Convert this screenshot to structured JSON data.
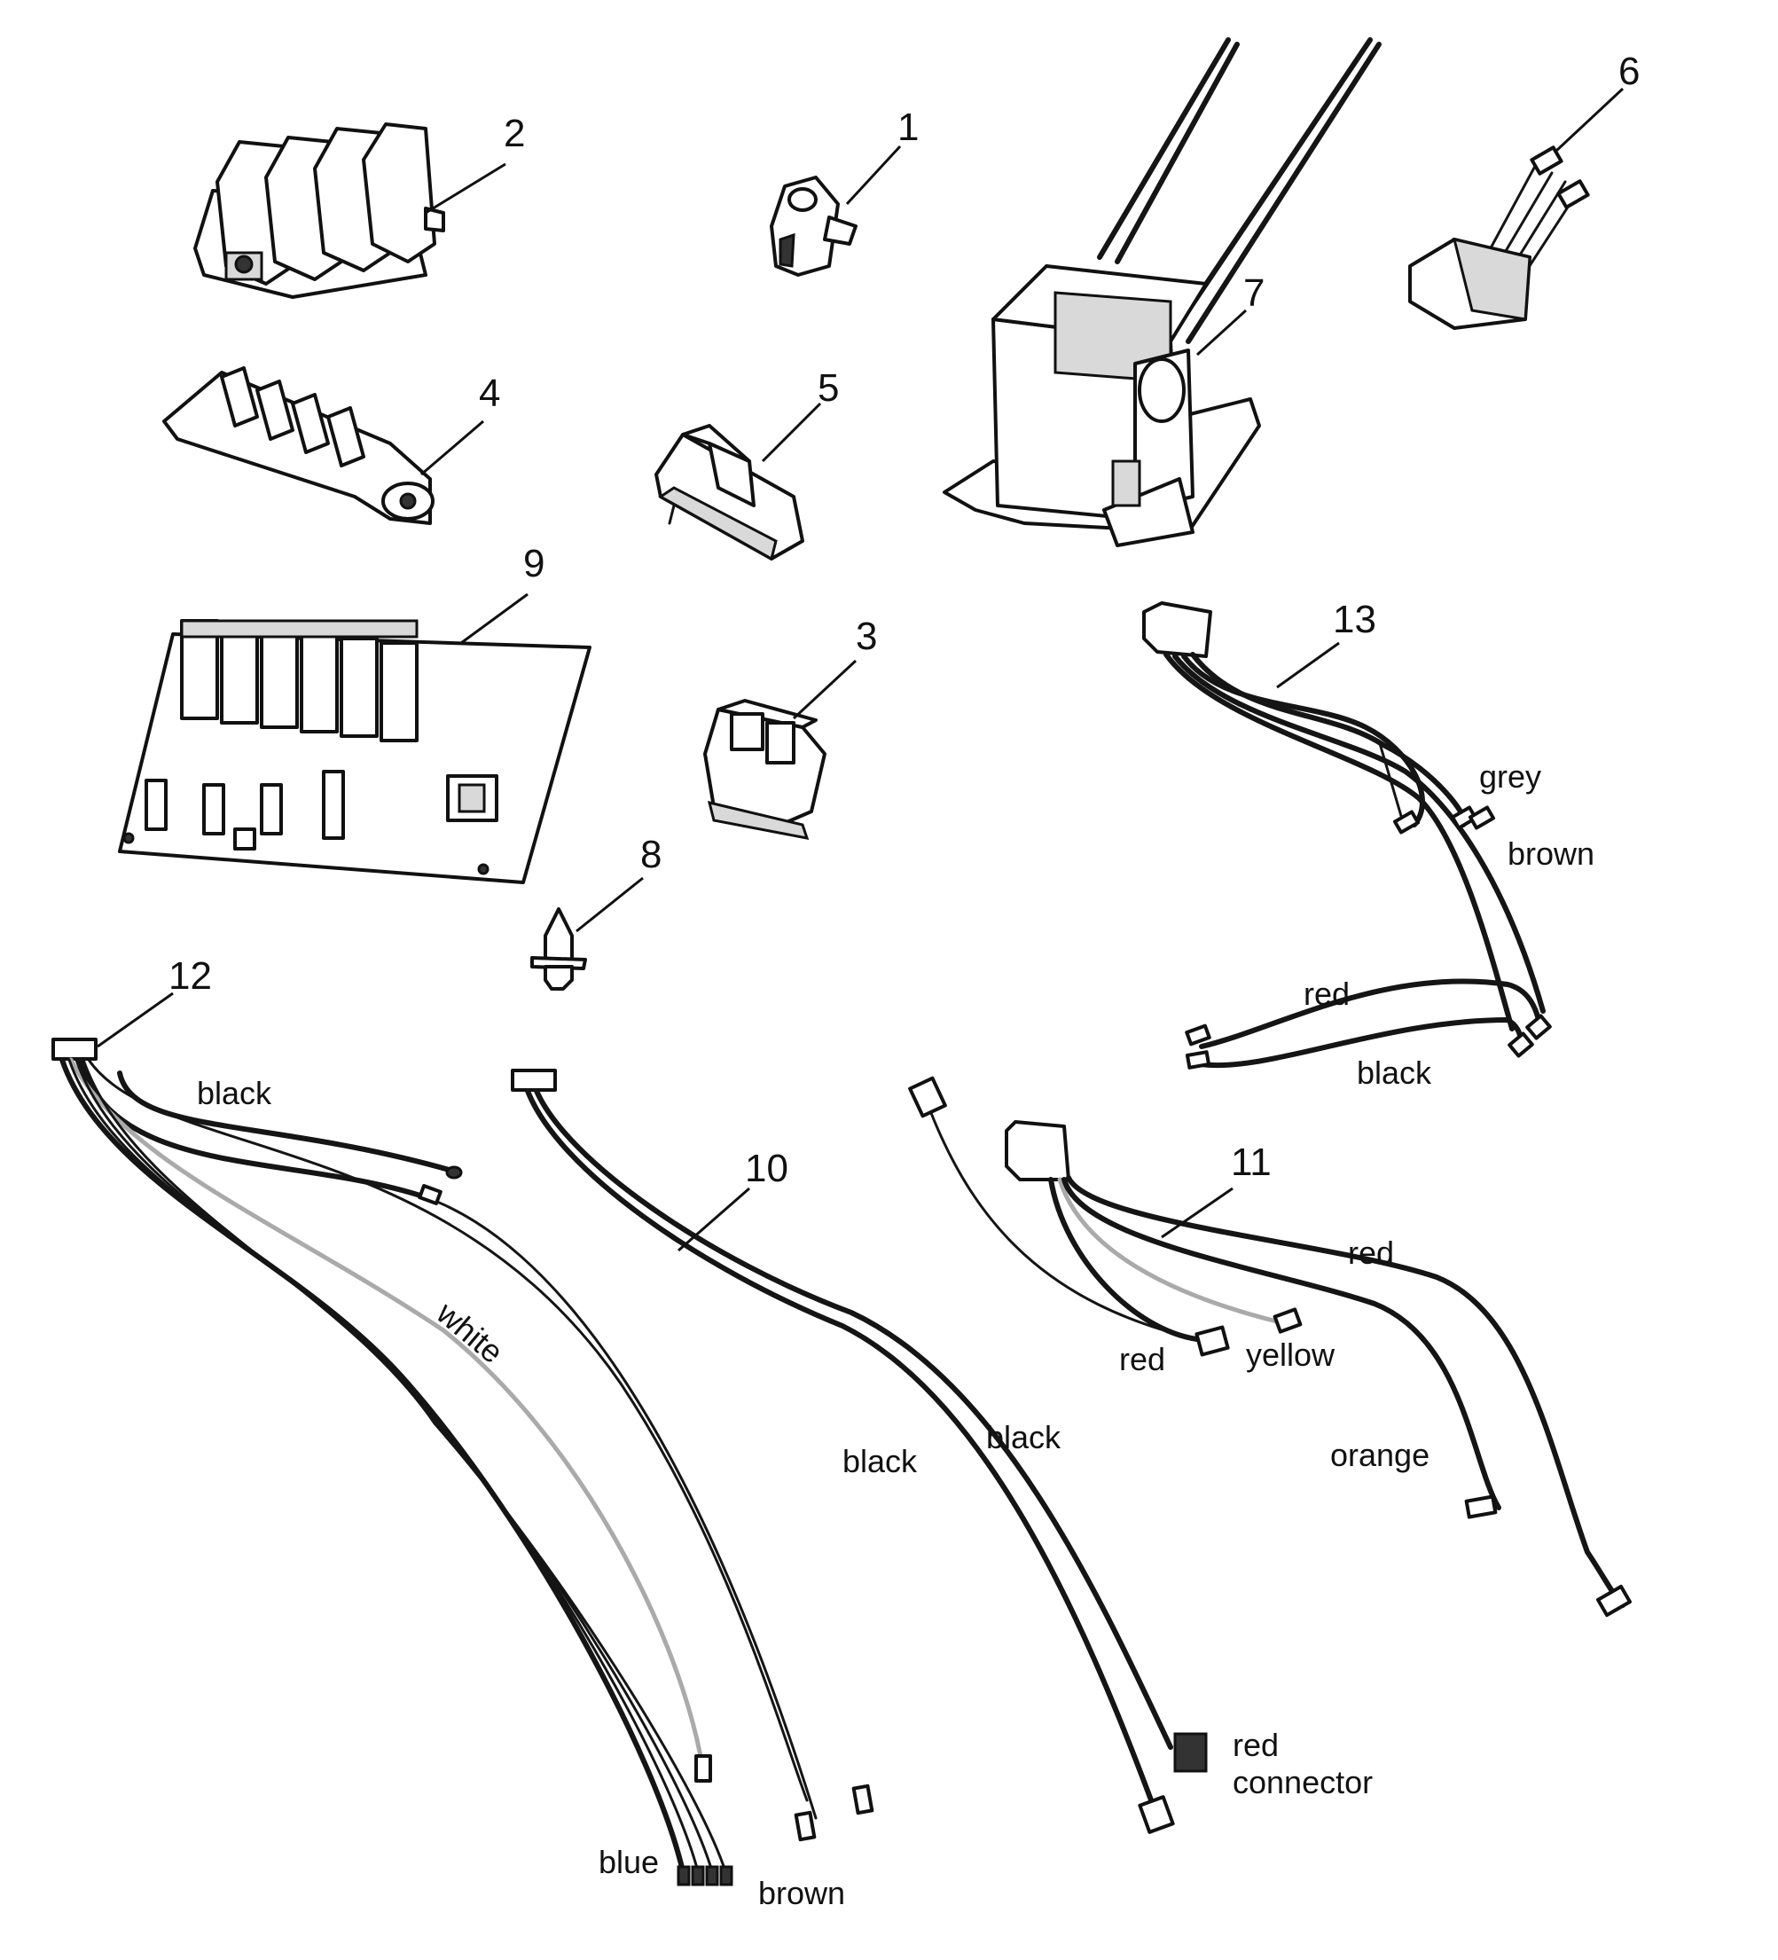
{
  "callouts": {
    "c1": "1",
    "c2": "2",
    "c3": "3",
    "c4": "4",
    "c5": "5",
    "c6": "6",
    "c7": "7",
    "c8": "8",
    "c9": "9",
    "c10": "10",
    "c11": "11",
    "c12": "12",
    "c13": "13"
  },
  "wire_labels": {
    "h13_grey": "grey",
    "h13_brown": "brown",
    "h13_red": "red",
    "h13_black": "black",
    "h12_black": "black",
    "h12_white": "white",
    "h12_blue": "blue",
    "h12_brown": "brown",
    "h10_black_left": "black",
    "h10_black_right": "black",
    "h10_red_connector_1": "red",
    "h10_red_connector_2": "connector",
    "h11_red_top": "red",
    "h11_red_left": "red",
    "h11_yellow": "yellow",
    "h11_orange": "orange"
  }
}
